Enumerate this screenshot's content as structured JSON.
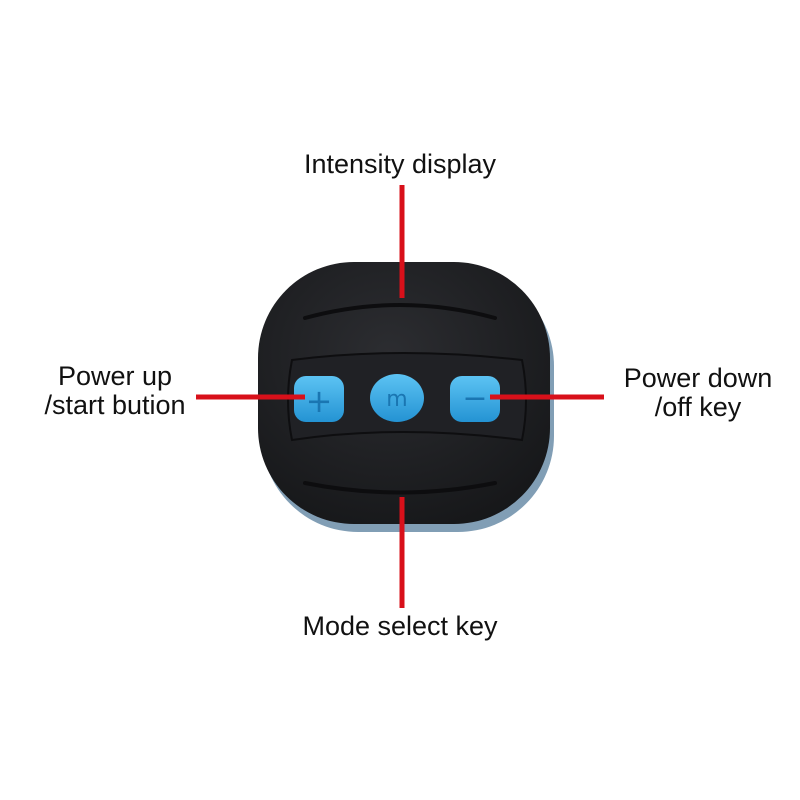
{
  "colors": {
    "device_body": "#1c1d20",
    "button_blue": "#35a8e6",
    "leader_line": "#d8101a",
    "text": "#111111",
    "background": "#ffffff"
  },
  "labels": {
    "top": "Intensity display",
    "left_line1": "Power up",
    "left_line2": "/start bution",
    "right_line1": "Power down",
    "right_line2": "/off key",
    "bottom": "Mode select key"
  },
  "buttons": {
    "plus_symbol": "+",
    "mode_symbol": "m",
    "minus_symbol": "−"
  }
}
